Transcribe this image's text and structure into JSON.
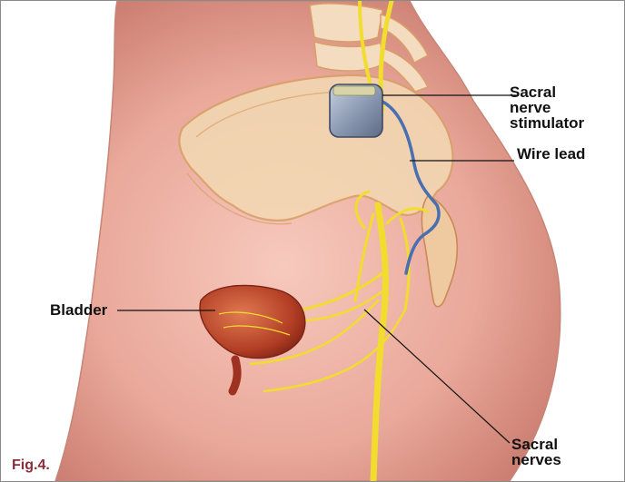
{
  "labels": {
    "stimulator": "Sacral\nnerve\nstimulator",
    "wire_lead": "Wire lead",
    "bladder": "Bladder",
    "sacral_nerves": "Sacral\nnerves"
  },
  "figure_caption": "Fig.4.",
  "colors": {
    "skin": "#e9a89a",
    "skin_dark": "#c97b6e",
    "bone": "#f3d9b3",
    "bone_outline": "#d8a066",
    "nerve": "#f2dc2e",
    "bladder": "#c0482c",
    "device": "#8d9bb4",
    "wire": "#4a6fb0",
    "caption": "#8a2d3a"
  }
}
